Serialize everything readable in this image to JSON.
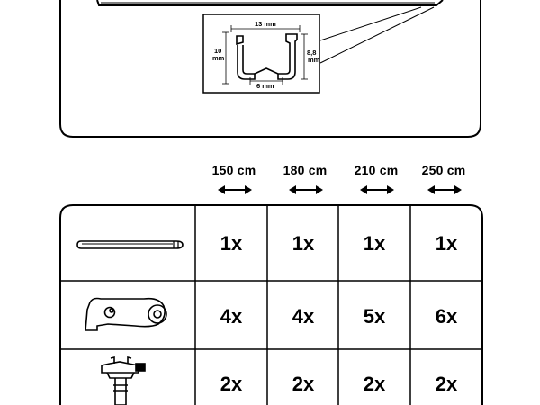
{
  "profile": {
    "width": "13 mm",
    "height_left_value": "10",
    "height_left_unit": "mm",
    "height_right_value": "8,8",
    "height_right_unit": "mm",
    "gap": "6 mm"
  },
  "lengths": [
    "150 cm",
    "180 cm",
    "210 cm",
    "250 cm"
  ],
  "rows": [
    {
      "part": "rail-icon",
      "qty": [
        "1x",
        "1x",
        "1x",
        "1x"
      ]
    },
    {
      "part": "bracket-icon",
      "qty": [
        "4x",
        "4x",
        "5x",
        "6x"
      ]
    },
    {
      "part": "mounting-clip-icon",
      "qty": [
        "2x",
        "2x",
        "2x",
        "2x"
      ]
    }
  ]
}
